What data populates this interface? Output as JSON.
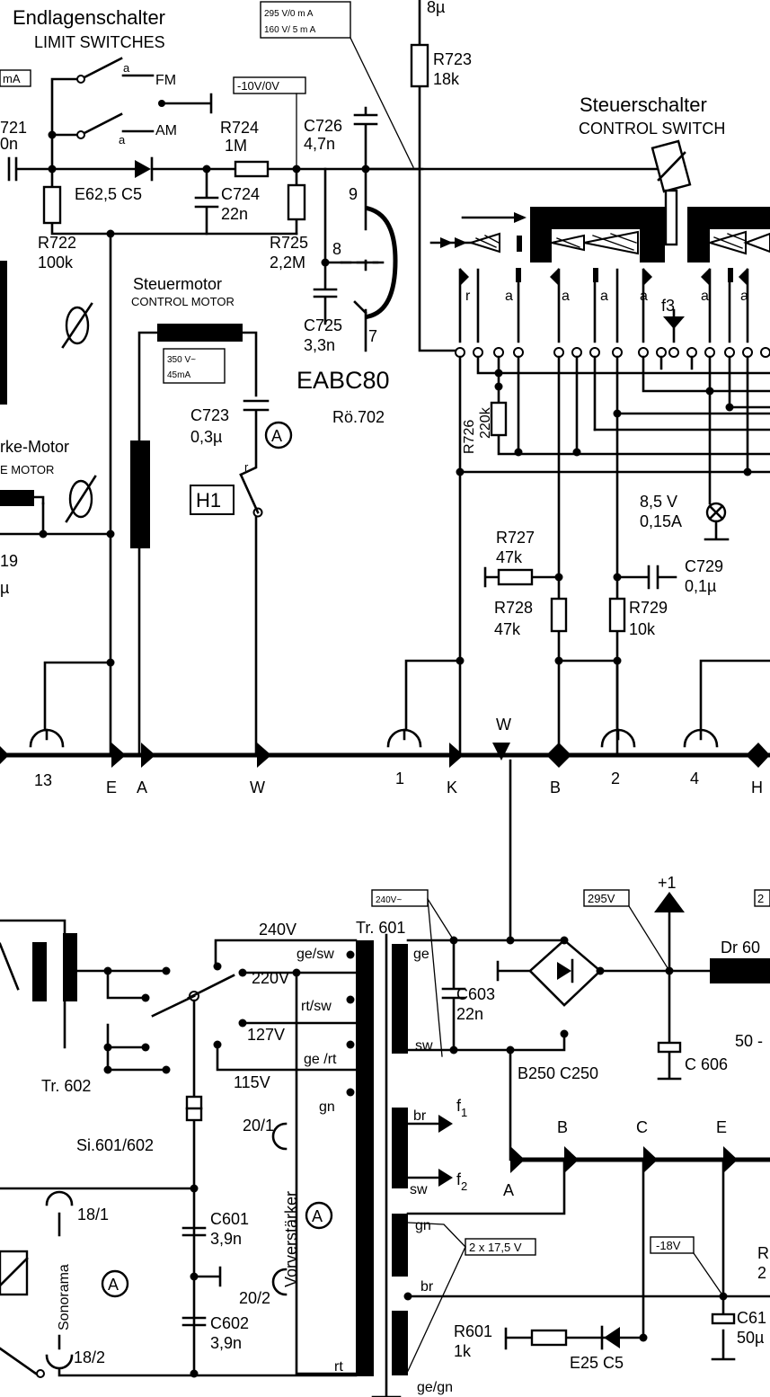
{
  "headings": {
    "limit_de": "Endlagenschalter",
    "limit_en": "LIMIT SWITCHES",
    "control_switch_de": "Steuerschalter",
    "control_switch_en": "CONTROL SWITCH",
    "control_motor_de": "Steuermotor",
    "control_motor_en": "CONTROL MOTOR",
    "strength_motor_de": "rke-Motor",
    "strength_motor_en": "E MOTOR"
  },
  "tube": {
    "name": "EABC80",
    "ref": "Rö.702",
    "pin9": "9",
    "pin8": "8",
    "pin7": "7"
  },
  "voltage_boxes": {
    "tube_anode": "295 V/0 m A\n160 V/ 5 m A",
    "grid": "-10V/0V",
    "motor": "350 V~\n45mA",
    "left_ma": "mA",
    "mains": "240V~",
    "b_plus": "295V",
    "heater": "2 x 17,5 V",
    "minus18": "-18V",
    "right_edge": "2"
  },
  "components": {
    "r723": "R723",
    "r723_val": "18k",
    "top_cap_val": "8µ",
    "r721": "721",
    "r721_val": "0n",
    "r722": "R722",
    "r722_val": "100k",
    "d_e625": "E62,5 C5",
    "r724": "R724",
    "r724_val": "1M",
    "c724": "C724",
    "c724_val": "22n",
    "r725": "R725",
    "r725_val": "2,2M",
    "c726": "C726",
    "c726_val": "4,7n",
    "c725": "C725",
    "c725_val": "3,3n",
    "c723": "C723",
    "c723_val": "0,3µ",
    "h1": "H1",
    "c719": "19",
    "c719_val": "µ",
    "r726": "R726",
    "r726_val": "220k",
    "lamp": "8,5 V",
    "lamp_val": "0,15A",
    "r727": "R727",
    "r727_val": "47k",
    "r728": "R728",
    "r728_val": "47k",
    "r729": "R729",
    "r729_val": "10k",
    "c729": "C729",
    "c729_val": "0,1µ",
    "f3": "f3",
    "tr601": "Tr. 601",
    "tr602": "Tr. 602",
    "c603": "C603",
    "c603_val": "22n",
    "bridge": "B250 C250",
    "c606": "C 606",
    "dr": "Dr 60",
    "dr_val": "50 -",
    "si": "Si.601/602",
    "c601": "C601",
    "c601_val": "3,9n",
    "c602": "C602",
    "c602_val": "3,9n",
    "r601": "R601",
    "r601_val": "1k",
    "d_e25": "E25 C5",
    "c61": "C61",
    "c61_val": "50µ",
    "r_edge": "R",
    "r_edge_val": "2",
    "plus1": "+1"
  },
  "switch_labels": {
    "fm": "FM",
    "am": "AM",
    "a": "a",
    "r": "r"
  },
  "mains_taps": {
    "v240": "240V",
    "v220": "220V",
    "v127": "127V",
    "v115": "115V",
    "ge_sw": "ge/sw",
    "rt_sw": "rt/sw",
    "ge_rt": "ge /rt",
    "gn": "gn",
    "rt": "rt"
  },
  "secondary_labels": {
    "ge": "ge",
    "sw": "sw",
    "br": "br",
    "sw2": "sw",
    "gn": "gn",
    "br2": "br",
    "ge_gn": "ge/gn",
    "f1": "f",
    "f1_sub": "1",
    "f2": "f",
    "f2_sub": "2"
  },
  "terminals": {
    "t13": "13",
    "tE": "E",
    "tA": "A",
    "tW": "W",
    "t1": "1",
    "tK": "K",
    "tW2": "W",
    "tB": "B",
    "t2": "2",
    "t4": "4",
    "tH": "H",
    "bA": "A",
    "bB": "B",
    "bC": "C",
    "bE": "E"
  },
  "sockets": {
    "s20_1": "20/1",
    "s20_2": "20/2",
    "vorv": "Vorverstärker",
    "s18_1": "18/1",
    "s18_2": "18/2",
    "sonorama": "Sonorama",
    "circle_a": "A"
  }
}
